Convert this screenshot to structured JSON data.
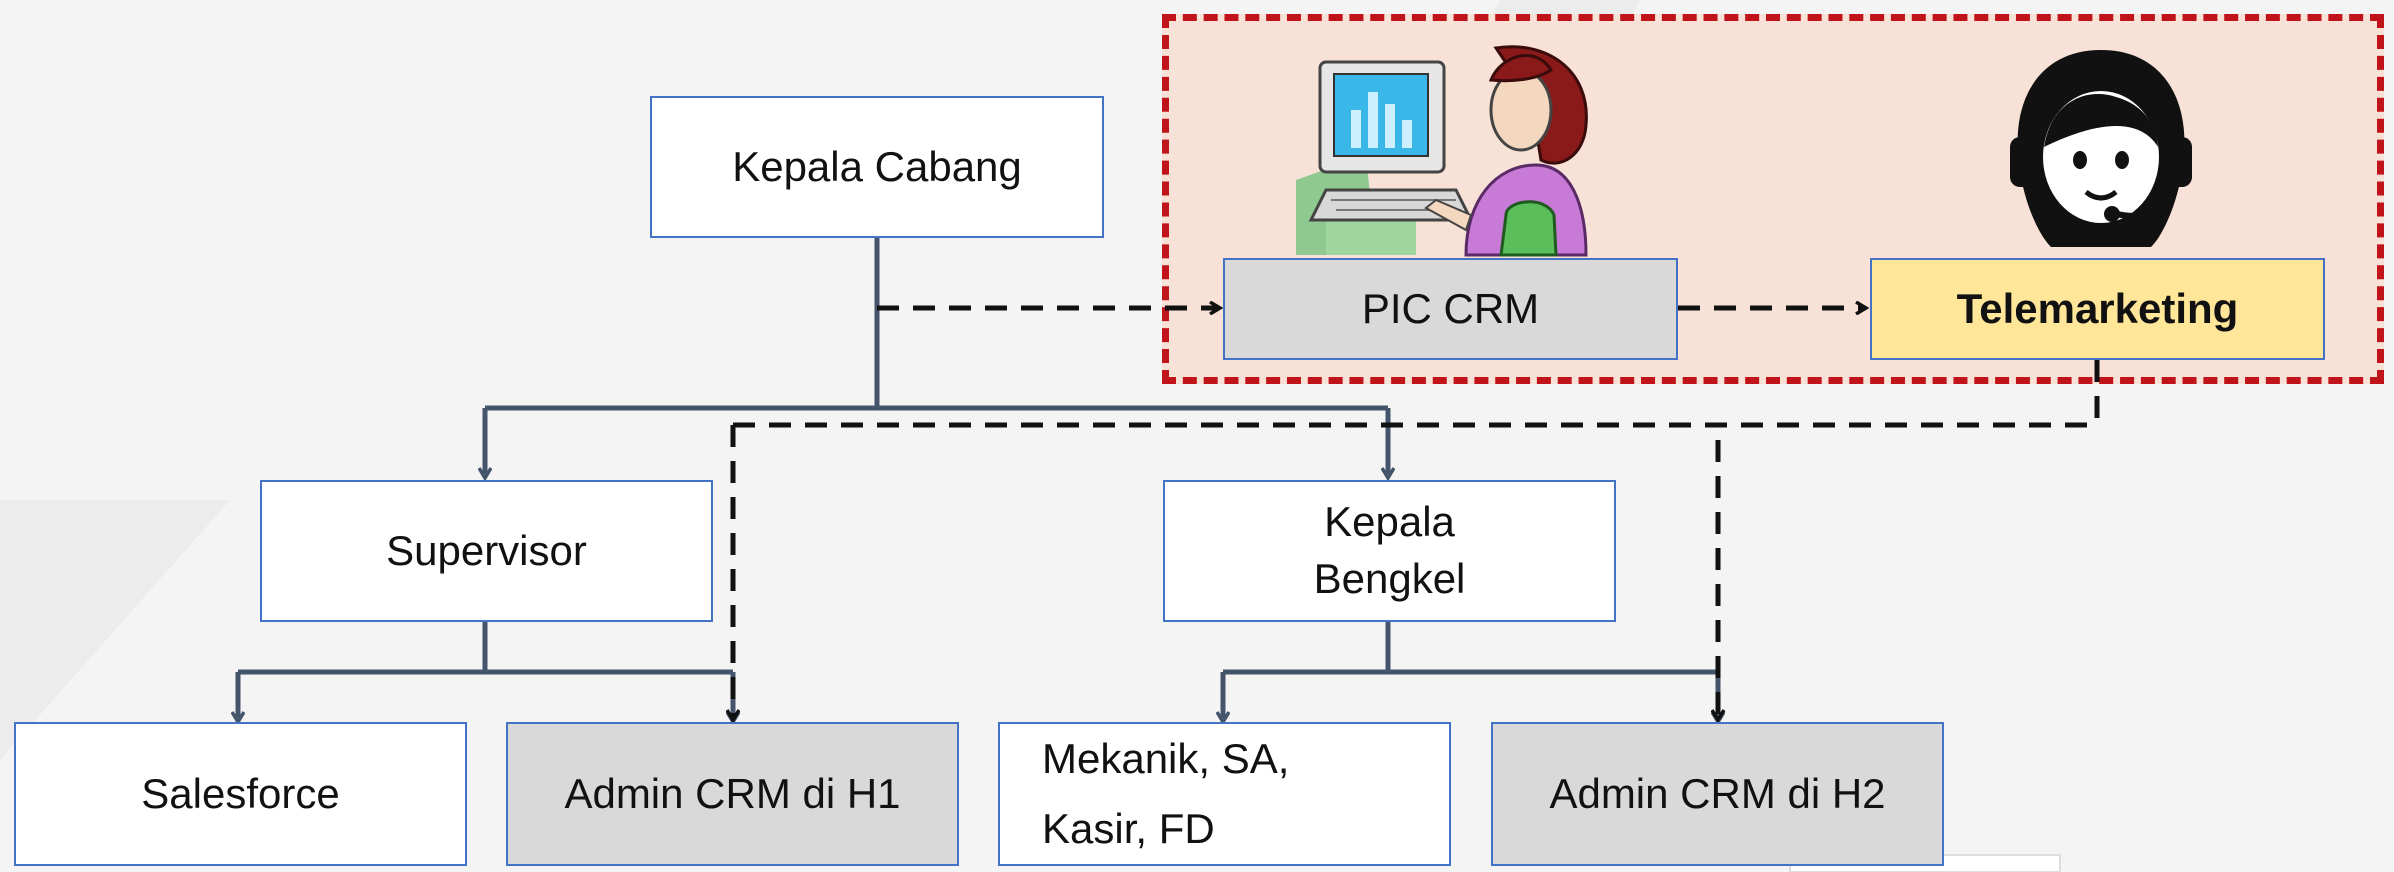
{
  "nodes": {
    "kepala_cabang": "Kepala Cabang",
    "pic_crm": "PIC CRM",
    "telemarketing": "Telemarketing",
    "supervisor": "Supervisor",
    "kepala_bengkel_1": "Kepala",
    "kepala_bengkel_2": "Bengkel",
    "salesforce": "Salesforce",
    "admin_crm_h1": "Admin CRM di H1",
    "mekanik_1": "Mekanik, SA,",
    "mekanik_2": "Kasir,  FD",
    "admin_crm_h2": "Admin CRM di H2"
  },
  "icons": {
    "computer_user": "woman-at-computer-icon",
    "headset_agent": "headset-agent-icon"
  },
  "colors": {
    "box_border": "#4472c4",
    "grey_fill": "#d9d9d9",
    "yellow_fill": "#ffe699",
    "highlight_fill": "#f8e1d6",
    "highlight_border": "#c0141a",
    "solid_connector": "#44546a",
    "dashed_connector": "#111111"
  }
}
